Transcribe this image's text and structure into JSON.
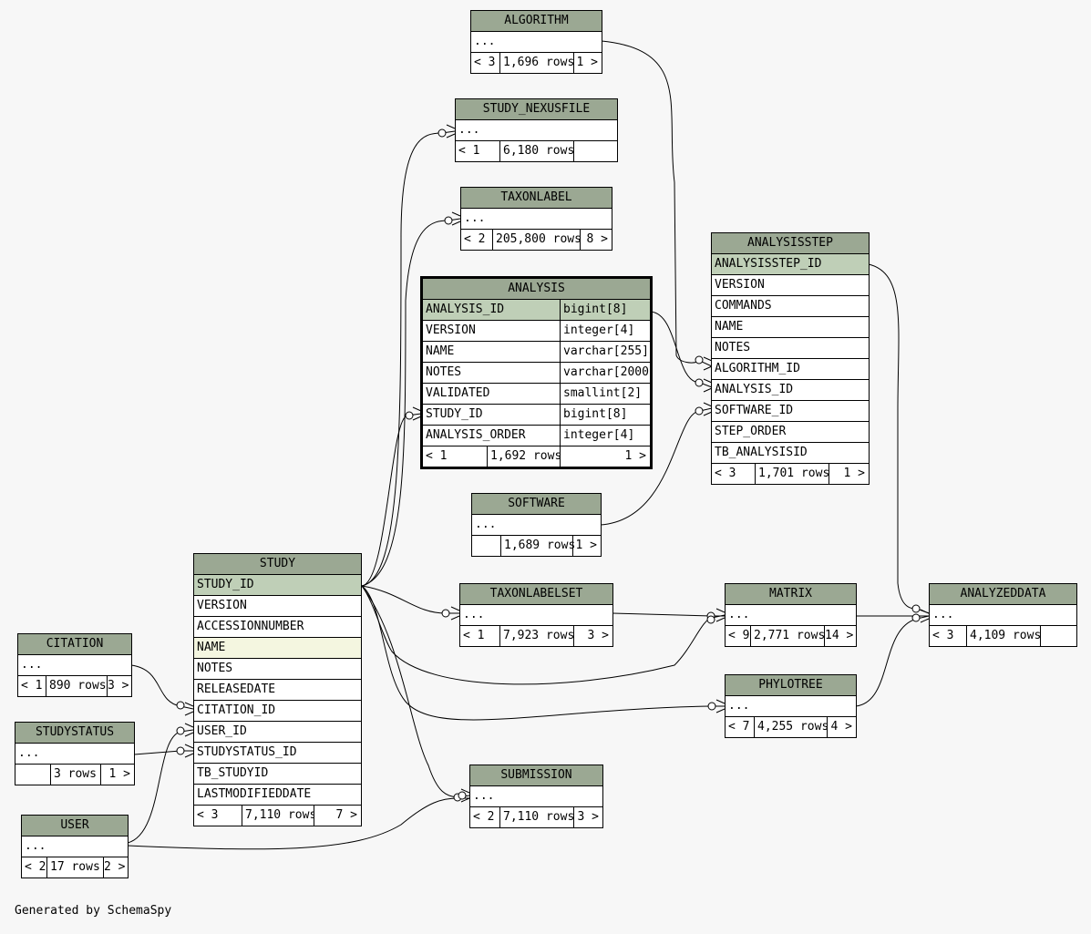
{
  "generated_by": "Generated by SchemaSpy",
  "tables": {
    "algorithm": {
      "name": "ALGORITHM",
      "ellipsis": "...",
      "foot": [
        "< 3",
        "1,696 rows",
        "1 >"
      ]
    },
    "study_nexusfile": {
      "name": "STUDY_NEXUSFILE",
      "ellipsis": "...",
      "foot": [
        "< 1",
        "6,180 rows",
        ""
      ]
    },
    "taxonlabel": {
      "name": "TAXONLABEL",
      "ellipsis": "...",
      "foot": [
        "< 2",
        "205,800 rows",
        "8 >"
      ]
    },
    "analysis": {
      "name": "ANALYSIS",
      "columns": [
        {
          "name": "ANALYSIS_ID",
          "type": "bigint[8]"
        },
        {
          "name": "VERSION",
          "type": "integer[4]"
        },
        {
          "name": "NAME",
          "type": "varchar[255]"
        },
        {
          "name": "NOTES",
          "type": "varchar[2000]"
        },
        {
          "name": "VALIDATED",
          "type": "smallint[2]"
        },
        {
          "name": "STUDY_ID",
          "type": "bigint[8]"
        },
        {
          "name": "ANALYSIS_ORDER",
          "type": "integer[4]"
        }
      ],
      "foot": [
        "< 1",
        "1,692 rows",
        "1 >"
      ]
    },
    "analysisstep": {
      "name": "ANALYSISSTEP",
      "columns": [
        "ANALYSISSTEP_ID",
        "VERSION",
        "COMMANDS",
        "NAME",
        "NOTES",
        "ALGORITHM_ID",
        "ANALYSIS_ID",
        "SOFTWARE_ID",
        "STEP_ORDER",
        "TB_ANALYSISID"
      ],
      "foot": [
        "< 3",
        "1,701 rows",
        "1 >"
      ]
    },
    "software": {
      "name": "SOFTWARE",
      "ellipsis": "...",
      "foot": [
        "",
        "1,689 rows",
        "1 >"
      ]
    },
    "study": {
      "name": "STUDY",
      "columns": [
        "STUDY_ID",
        "VERSION",
        "ACCESSIONNUMBER",
        "NAME",
        "NOTES",
        "RELEASEDATE",
        "CITATION_ID",
        "USER_ID",
        "STUDYSTATUS_ID",
        "TB_STUDYID",
        "LASTMODIFIEDDATE"
      ],
      "foot": [
        "< 3",
        "7,110 rows",
        "7 >"
      ]
    },
    "taxonlabelset": {
      "name": "TAXONLABELSET",
      "ellipsis": "...",
      "foot": [
        "< 1",
        "7,923 rows",
        "3 >"
      ]
    },
    "matrix": {
      "name": "MATRIX",
      "ellipsis": "...",
      "foot": [
        "< 9",
        "2,771 rows",
        "14 >"
      ]
    },
    "analyzeddata": {
      "name": "ANALYZEDDATA",
      "ellipsis": "...",
      "foot": [
        "< 3",
        "4,109 rows",
        ""
      ]
    },
    "phylotree": {
      "name": "PHYLOTREE",
      "ellipsis": "...",
      "foot": [
        "< 7",
        "4,255 rows",
        "4 >"
      ]
    },
    "citation": {
      "name": "CITATION",
      "ellipsis": "...",
      "foot": [
        "< 1",
        "890 rows",
        "3 >"
      ]
    },
    "studystatus": {
      "name": "STUDYSTATUS",
      "ellipsis": "...",
      "foot": [
        "",
        "3 rows",
        "1 >"
      ]
    },
    "submission": {
      "name": "SUBMISSION",
      "ellipsis": "...",
      "foot": [
        "< 2",
        "7,110 rows",
        "3 >"
      ]
    },
    "user": {
      "name": "USER",
      "ellipsis": "...",
      "foot": [
        "< 2",
        "17 rows",
        "2 >"
      ]
    }
  },
  "colors": {
    "header": "#9ba893",
    "primary_key": "#bfcfb7",
    "highlight": "#f4f6e0",
    "background": "#f7f7f7"
  }
}
